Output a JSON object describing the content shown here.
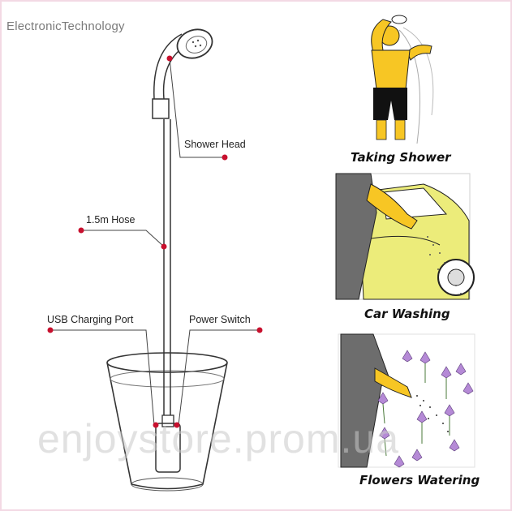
{
  "brand": {
    "text": "ElectronicTechnology"
  },
  "callouts": {
    "shower_head": "Shower Head",
    "hose": "1.5m Hose",
    "usb_port": "USB Charging Port",
    "power_switch": "Power Switch"
  },
  "panels": [
    {
      "id": "shower",
      "caption": "Taking Shower"
    },
    {
      "id": "car",
      "caption": "Car Washing"
    },
    {
      "id": "flowers",
      "caption": "Flowers Watering"
    }
  ],
  "watermark": {
    "text": "enjoystore.prom.ua"
  },
  "colors": {
    "callout_dot": "#c8102e",
    "person_yellow": "#f7c624",
    "car_yellow": "#ecec7a",
    "flower_purple": "#b58ad6",
    "frame_border": "#f3d9e4"
  }
}
